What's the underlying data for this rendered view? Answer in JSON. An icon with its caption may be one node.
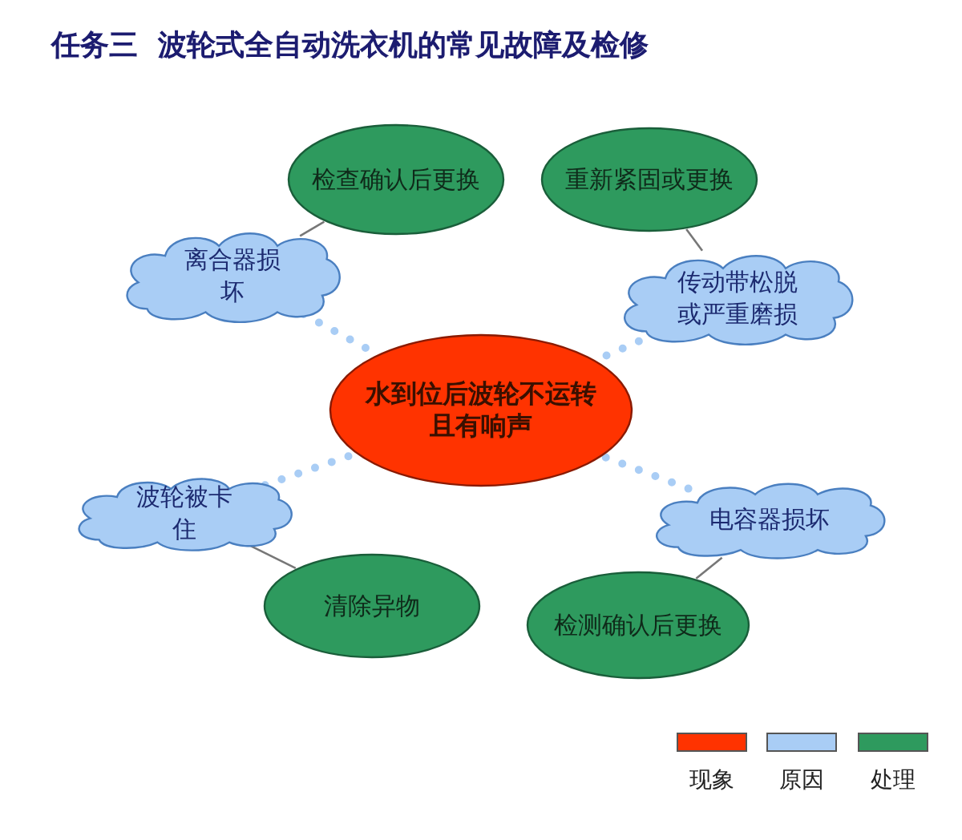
{
  "diagram": {
    "title": "任务三  波轮式全自动洗衣机的常见故障及检修",
    "nodes": [
      {
        "text": [
          "水到位后波轮不运转且有响声"
        ]
      },
      {
        "text": [
          "检查确认后更换"
        ]
      },
      {
        "text": [
          "重新紧固或更换"
        ]
      },
      {
        "text": [
          "离合器损坏"
        ]
      },
      {
        "text": [
          "传动带松脱或严重磨损"
        ]
      },
      {
        "text": [
          "波轮被卡住"
        ]
      },
      {
        "text": [
          "电容器损坏"
        ]
      },
      {
        "text": [
          "清除异物"
        ]
      },
      {
        "text": [
          "检测确认后更换"
        ]
      }
    ],
    "edges": [
      {
        "from": 3,
        "to": 0,
        "arrow": "none",
        "style": "dashed"
      },
      {
        "from": 4,
        "to": 0,
        "arrow": "none",
        "style": "dashed"
      },
      {
        "from": 5,
        "to": 0,
        "arrow": "none",
        "style": "dashed"
      },
      {
        "from": 6,
        "to": 0,
        "arrow": "none",
        "style": "dashed"
      },
      {
        "from": 3,
        "to": 1,
        "arrow": "none",
        "color": "#777777"
      },
      {
        "from": 4,
        "to": 2,
        "arrow": "none",
        "color": "#777777"
      },
      {
        "from": 5,
        "to": 7,
        "arrow": "none",
        "color": "#777777"
      },
      {
        "from": 6,
        "to": 8,
        "arrow": "none",
        "color": "#777777"
      }
    ],
    "legend": [
      {
        "text": "现象",
        "color": "#ff3300"
      },
      {
        "text": "原因",
        "color": "#a9cdf5"
      },
      {
        "text": "处理",
        "color": "#2e9a5e"
      }
    ]
  }
}
